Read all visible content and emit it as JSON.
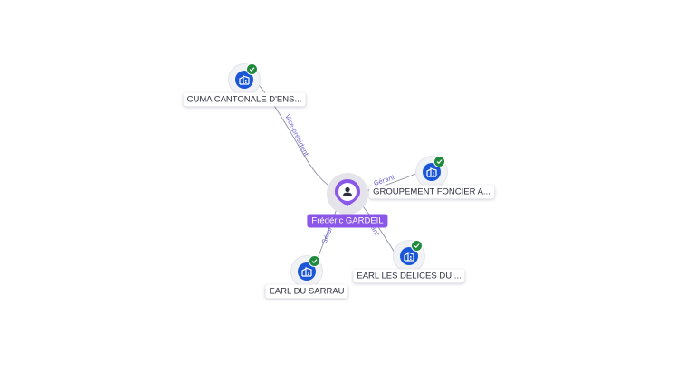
{
  "center": {
    "name": "Frédéric GARDEIL",
    "icon": "person-icon"
  },
  "companies": [
    {
      "name": "CUMA CANTONALE D'ENS...",
      "icon": "building-icon",
      "status": "verified-check-icon"
    },
    {
      "name": "GROUPEMENT FONCIER A...",
      "icon": "building-icon",
      "status": "verified-check-icon"
    },
    {
      "name": "EARL LES DELICES DU ...",
      "icon": "building-icon",
      "status": "verified-check-icon"
    },
    {
      "name": "EARL DU SARRAU",
      "icon": "building-icon",
      "status": "verified-check-icon"
    }
  ],
  "edges": [
    {
      "to": "CUMA CANTONALE D'ENS...",
      "label": "Vice-président"
    },
    {
      "to": "GROUPEMENT FONCIER A...",
      "label": "Gérant"
    },
    {
      "to": "EARL LES DELICES DU ...",
      "label": "Gérant"
    },
    {
      "to": "EARL DU SARRAU",
      "label": "Gérant"
    }
  ],
  "colors": {
    "company_node": "#1a56d6",
    "verified": "#1f8a3d",
    "person_pin": "#8b57e8",
    "edge": "#8a8fa3",
    "edge_label": "#6b5cd6"
  }
}
